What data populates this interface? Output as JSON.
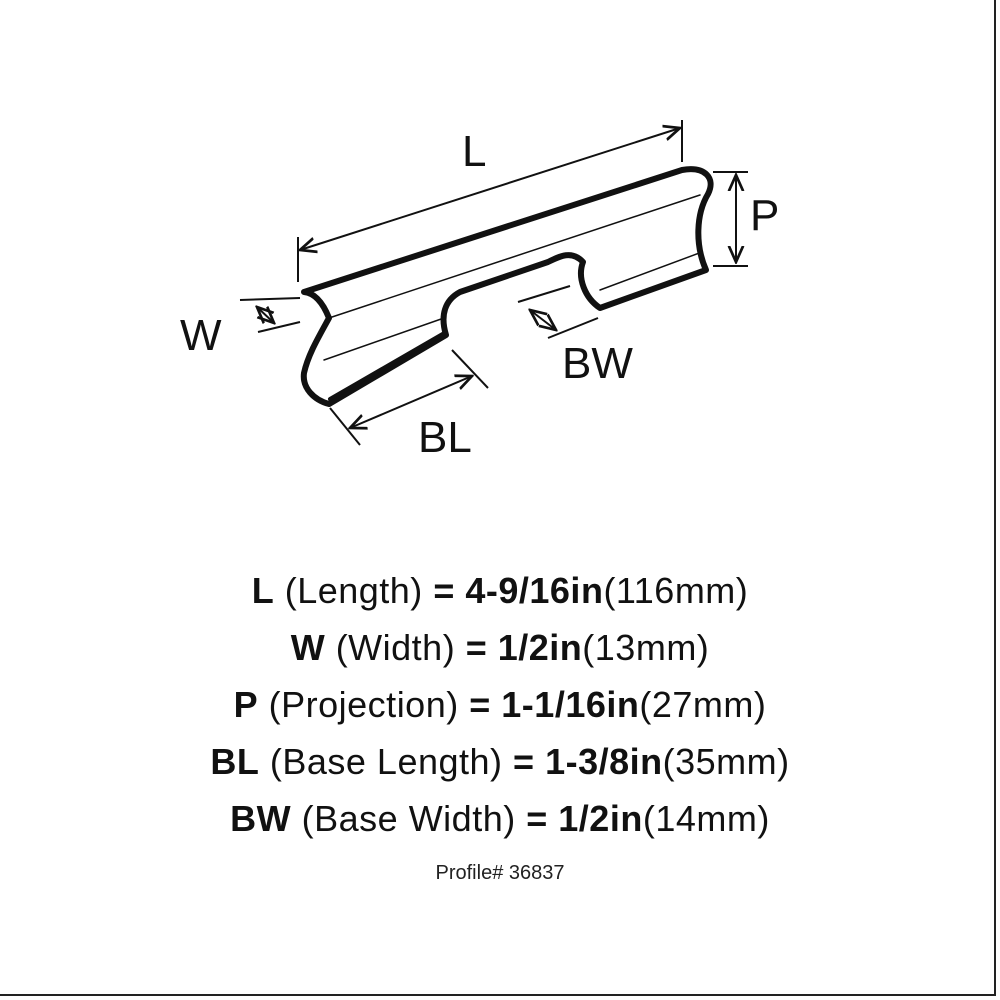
{
  "diagram": {
    "labels": {
      "length": "L",
      "projection": "P",
      "width": "W",
      "base_width": "BW",
      "base_length": "BL"
    },
    "colors": {
      "line": "#111111",
      "background": "#ffffff"
    }
  },
  "specs": [
    {
      "abbr": "L",
      "name": "(Length)",
      "eq": "=",
      "imperial": "4-9/16in",
      "metric": "(116mm)"
    },
    {
      "abbr": "W",
      "name": "(Width)",
      "eq": "=",
      "imperial": "1/2in",
      "metric": "(13mm)"
    },
    {
      "abbr": "P",
      "name": "(Projection)",
      "eq": "=",
      "imperial": "1-1/16in",
      "metric": "(27mm)"
    },
    {
      "abbr": "BL",
      "name": "(Base Length)",
      "eq": "=",
      "imperial": "1-3/8in",
      "metric": "(35mm)"
    },
    {
      "abbr": "BW",
      "name": "(Base Width)",
      "eq": "=",
      "imperial": "1/2in",
      "metric": "(14mm)"
    }
  ],
  "profile": "Profile# 36837"
}
